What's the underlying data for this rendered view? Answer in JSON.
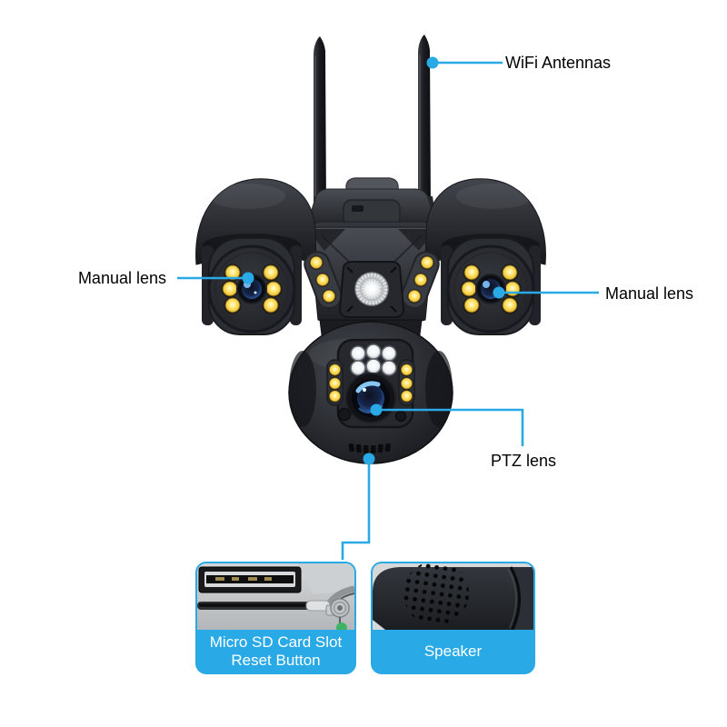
{
  "annotations": {
    "wifi_antennas": "WiFi Antennas",
    "manual_lens_left": "Manual lens",
    "manual_lens_right": "Manual lens",
    "ptz_lens": "PTZ lens"
  },
  "callouts": {
    "micro_sd": {
      "line1": "Micro SD Card Slot",
      "line2": "Reset Button"
    },
    "speaker": {
      "label": "Speaker"
    }
  },
  "colors": {
    "accent": "#29a9e5",
    "annotation_text": "#000000",
    "callout_text": "#ffffff",
    "background": "#ffffff",
    "camera_body": "#2b2e33",
    "led_yellow": "#f2c63a",
    "led_white": "#ffffff",
    "lens_highlight": "#8ed2ff"
  }
}
